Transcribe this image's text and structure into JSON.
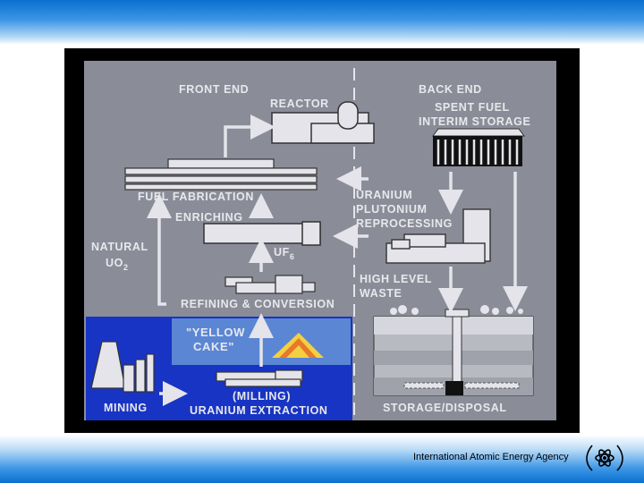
{
  "diagram": {
    "front_end": "FRONT END",
    "back_end": "BACK END",
    "reactor": "REACTOR",
    "spent_fuel_1": "SPENT FUEL",
    "spent_fuel_2": "INTERIM STORAGE",
    "fuel_fabrication": "FUEL FABRICATION",
    "enriching": "ENRICHING",
    "natural_1": "NATURAL",
    "natural_2": "UO",
    "natural_2_sub": "2",
    "uf": "UF",
    "uf_sub": "6",
    "reprocessing_1": "URANIUM",
    "reprocessing_2": "PLUTONIUM",
    "reprocessing_3": "REPROCESSING",
    "hlw_1": "HIGH LEVEL",
    "hlw_2": "WASTE",
    "refining": "REFINING & CONVERSION",
    "yellow_1": "\"YELLOW",
    "yellow_2": "CAKE\"",
    "mining": "MINING",
    "milling_1": "(MILLING)",
    "milling_2": "URANIUM EXTRACTION",
    "storage": "STORAGE/DISPOSAL"
  },
  "footer": {
    "org": "International Atomic Energy Agency"
  },
  "colors": {
    "panel": "#8a8d98",
    "mining_blue": "#1834c4",
    "yellow_box": "#5b86d4",
    "machine": "#e4e4ea",
    "pile_orange": "#e8782c",
    "pile_yellow": "#f4d040",
    "header_blue": "#0a6fd0"
  },
  "icons": {
    "logo": "iaea-emblem-icon"
  }
}
